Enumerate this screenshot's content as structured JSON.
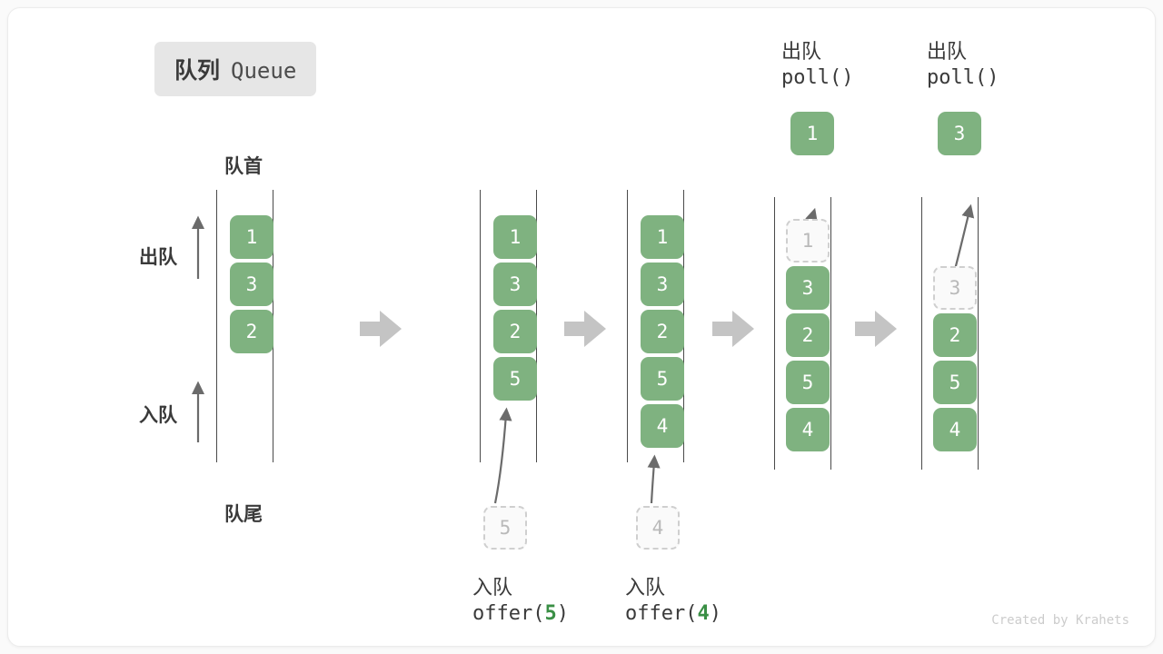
{
  "title": {
    "cn": "队列",
    "en": "Queue"
  },
  "annotations": {
    "head": "队首",
    "tail": "队尾",
    "dequeue_arrow": "出队",
    "enqueue_arrow": "入队"
  },
  "credit": "Created by Krahets",
  "colors": {
    "box_fill": "#7fb280",
    "box_text": "#ffffff",
    "ghost_border": "#cfcfcf",
    "ghost_text": "#b9b9b9",
    "rail": "#4a4a4a",
    "arrow_gray": "#6b6b6b",
    "step_arrow": "#c4c4c4",
    "badge_bg": "#e6e6e6",
    "accent_green": "#3a8f45"
  },
  "columns": [
    {
      "id": "state-initial",
      "items": [
        "1",
        "3",
        "2"
      ],
      "ghost_slot": null,
      "ghost_value": null,
      "top_box": null,
      "top_label_cn": null,
      "top_label_code": null,
      "bottom_ghost": null,
      "bottom_label_cn": null,
      "bottom_label_code": null
    },
    {
      "id": "state-after-offer-5",
      "items": [
        "1",
        "3",
        "2",
        "5"
      ],
      "ghost_slot": null,
      "ghost_value": null,
      "top_box": null,
      "top_label_cn": null,
      "top_label_code": null,
      "bottom_ghost": "5",
      "bottom_label_cn": "入队",
      "bottom_label_code": "offer(5)",
      "bottom_label_arg": "5"
    },
    {
      "id": "state-after-offer-4",
      "items": [
        "1",
        "3",
        "2",
        "5",
        "4"
      ],
      "ghost_slot": null,
      "ghost_value": null,
      "top_box": null,
      "top_label_cn": null,
      "top_label_code": null,
      "bottom_ghost": "4",
      "bottom_label_cn": "入队",
      "bottom_label_code": "offer(4)",
      "bottom_label_arg": "4"
    },
    {
      "id": "state-after-poll-1",
      "items": [
        "3",
        "2",
        "5",
        "4"
      ],
      "ghost_slot": 0,
      "ghost_value": "1",
      "top_box": "1",
      "top_label_cn": "出队",
      "top_label_code": "poll()",
      "bottom_ghost": null,
      "bottom_label_cn": null,
      "bottom_label_code": null
    },
    {
      "id": "state-after-poll-3",
      "items": [
        "2",
        "5",
        "4"
      ],
      "ghost_slot": 1,
      "ghost_value": "3",
      "top_box": "3",
      "top_label_cn": "出队",
      "top_label_code": "poll()",
      "bottom_ghost": null,
      "bottom_label_cn": null,
      "bottom_label_code": null
    }
  ],
  "step_arrows": [
    {
      "id": "step-arrow-1"
    },
    {
      "id": "step-arrow-2"
    },
    {
      "id": "step-arrow-3"
    },
    {
      "id": "step-arrow-4"
    }
  ]
}
